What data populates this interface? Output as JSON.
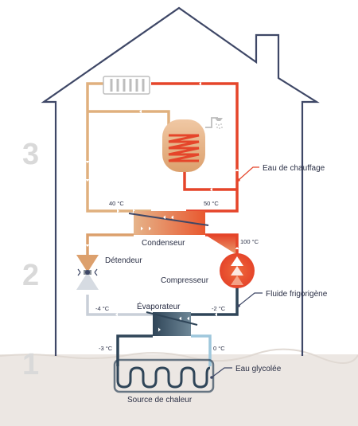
{
  "diagram": {
    "levels": [
      "3",
      "2",
      "1"
    ],
    "components": {
      "condenser": "Condenseur",
      "expansion_valve": "Détendeur",
      "compressor": "Compresseur",
      "evaporator": "Évaporateur",
      "source": "Source de chaleur"
    },
    "circuits": {
      "heating_water": "Eau de chauffage",
      "refrigerant": "Fluide frigorigène",
      "glycol_water": "Eau glycolée"
    },
    "temperatures": {
      "heating_return": "40 °C",
      "heating_flow": "50 °C",
      "compressor_out": "100 °C",
      "expansion_out": "-4 °C",
      "evaporator_out": "-2 °C",
      "glycol_out": "-3 °C",
      "glycol_in": "0 °C"
    },
    "colors": {
      "house_outline": "#3e4766",
      "heating_cold": "#e0b07e",
      "heating_hot": "#e5452a",
      "refrigerant_warm": "#dca06d",
      "refrigerant_cold": "#c9cfd8",
      "glycol": "#2f4558",
      "glycol_light": "#9ec7dc",
      "ground": "#ece7e3"
    }
  }
}
